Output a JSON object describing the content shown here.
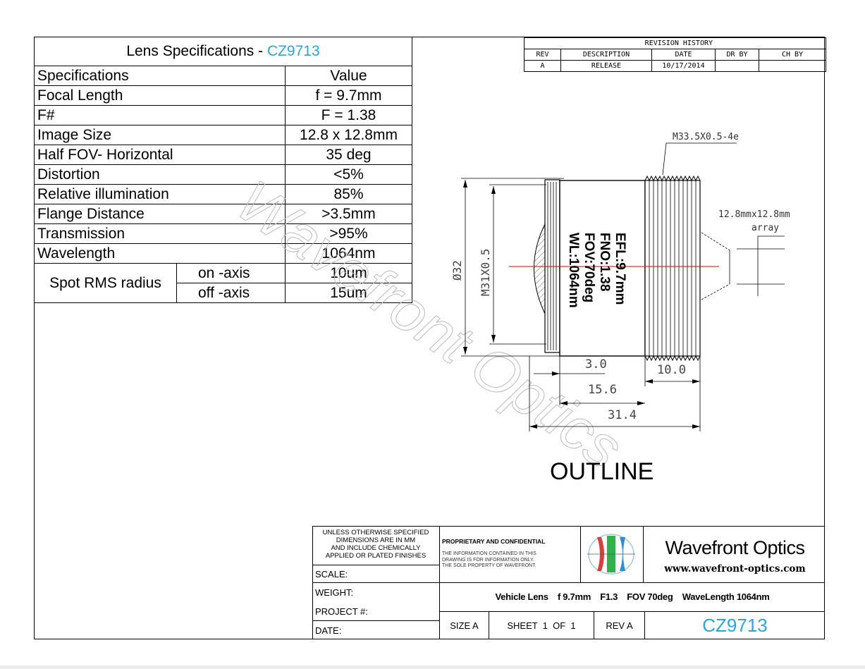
{
  "spec_table": {
    "title_prefix": "Lens Specifications - ",
    "title_part": "CZ9713",
    "header": [
      "Specifications",
      "Value"
    ],
    "rows": [
      {
        "label": "Focal Length",
        "value": "f = 9.7mm"
      },
      {
        "label": "F#",
        "value": "F = 1.38"
      },
      {
        "label": "Image Size",
        "value": "12.8 x 12.8mm"
      },
      {
        "label": "Half FOV-  Horizontal",
        "value": "35 deg"
      },
      {
        "label": " Distortion",
        "value": "<5%"
      },
      {
        "label": "Relative illumination",
        "value": "85%"
      },
      {
        "label": " Flange Distance",
        "value": ">3.5mm"
      },
      {
        "label": "Transmission",
        "value": ">95%"
      },
      {
        "label": "Wavelength",
        "value": "1064nm"
      }
    ],
    "spot_rms": {
      "label": "Spot RMS radius",
      "on_axis_label": "on -axis",
      "on_axis_value": "10um",
      "off_axis_label": "off -axis",
      "off_axis_value": "15um"
    }
  },
  "revision_history": {
    "title": "REVISION HISTORY",
    "headers": [
      "REV",
      "DESCRIPTION",
      "DATE",
      "DR BY",
      "CH BY"
    ],
    "rows": [
      [
        "A",
        "RELEASE",
        "10/17/2014",
        "",
        ""
      ]
    ]
  },
  "drawing": {
    "thread_callout": "M33.5X0.5-4e",
    "array_callout_1": "12.8mmx12.8mm",
    "array_callout_2": "array",
    "outer_diameter": "Ø32",
    "inner_thread": "M31X0.5",
    "body_text": [
      "EFL:9.7mm",
      "FNO:1.38",
      "FOV:70deg",
      "WL:1064nm"
    ],
    "dim_3_0": "3.0",
    "dim_10_0": "10.0",
    "dim_15_6": "15.6",
    "dim_31_4": "31.4",
    "outline_label": "OUTLINE",
    "watermark": "Wavefront Optics"
  },
  "title_block": {
    "unless_note": [
      "UNLESS OTHERWISE SPECIFIED",
      "DIMENSIONS ARE IN MM",
      "AND INCLUDE CHEMICALLY",
      "APPLIED OR PLATED FINISHES"
    ],
    "scale_label": "SCALE:",
    "weight_label": "WEIGHT:",
    "project_label": "PROJECT #:",
    "date_label": "DATE:",
    "proprietary_title": "PROPRIETARY AND CONFIDENTIAL",
    "proprietary_text": [
      "THE INFORMATION CONTAINED IN THIS",
      "DRAWING IS FOR INFORMATION ONLY.",
      "THE SOLE PROPERTY OF WAVEFRONT."
    ],
    "company_name": "Wavefront Optics",
    "company_url": "www.wavefront-optics.com",
    "product_description": "Vehicle Lens    f 9.7mm    F1.3    FOV 70deg    WaveLength 1064nm",
    "size": "SIZE A",
    "sheet": "SHEET  1  OF  1",
    "rev": "REV A",
    "part_number": "CZ9713"
  },
  "colors": {
    "accent": "#27a8e0",
    "logo_red": "#e03a3a",
    "logo_green": "#2fb24a",
    "logo_blue": "#2a8fd6",
    "axis_line": "#e00000"
  }
}
